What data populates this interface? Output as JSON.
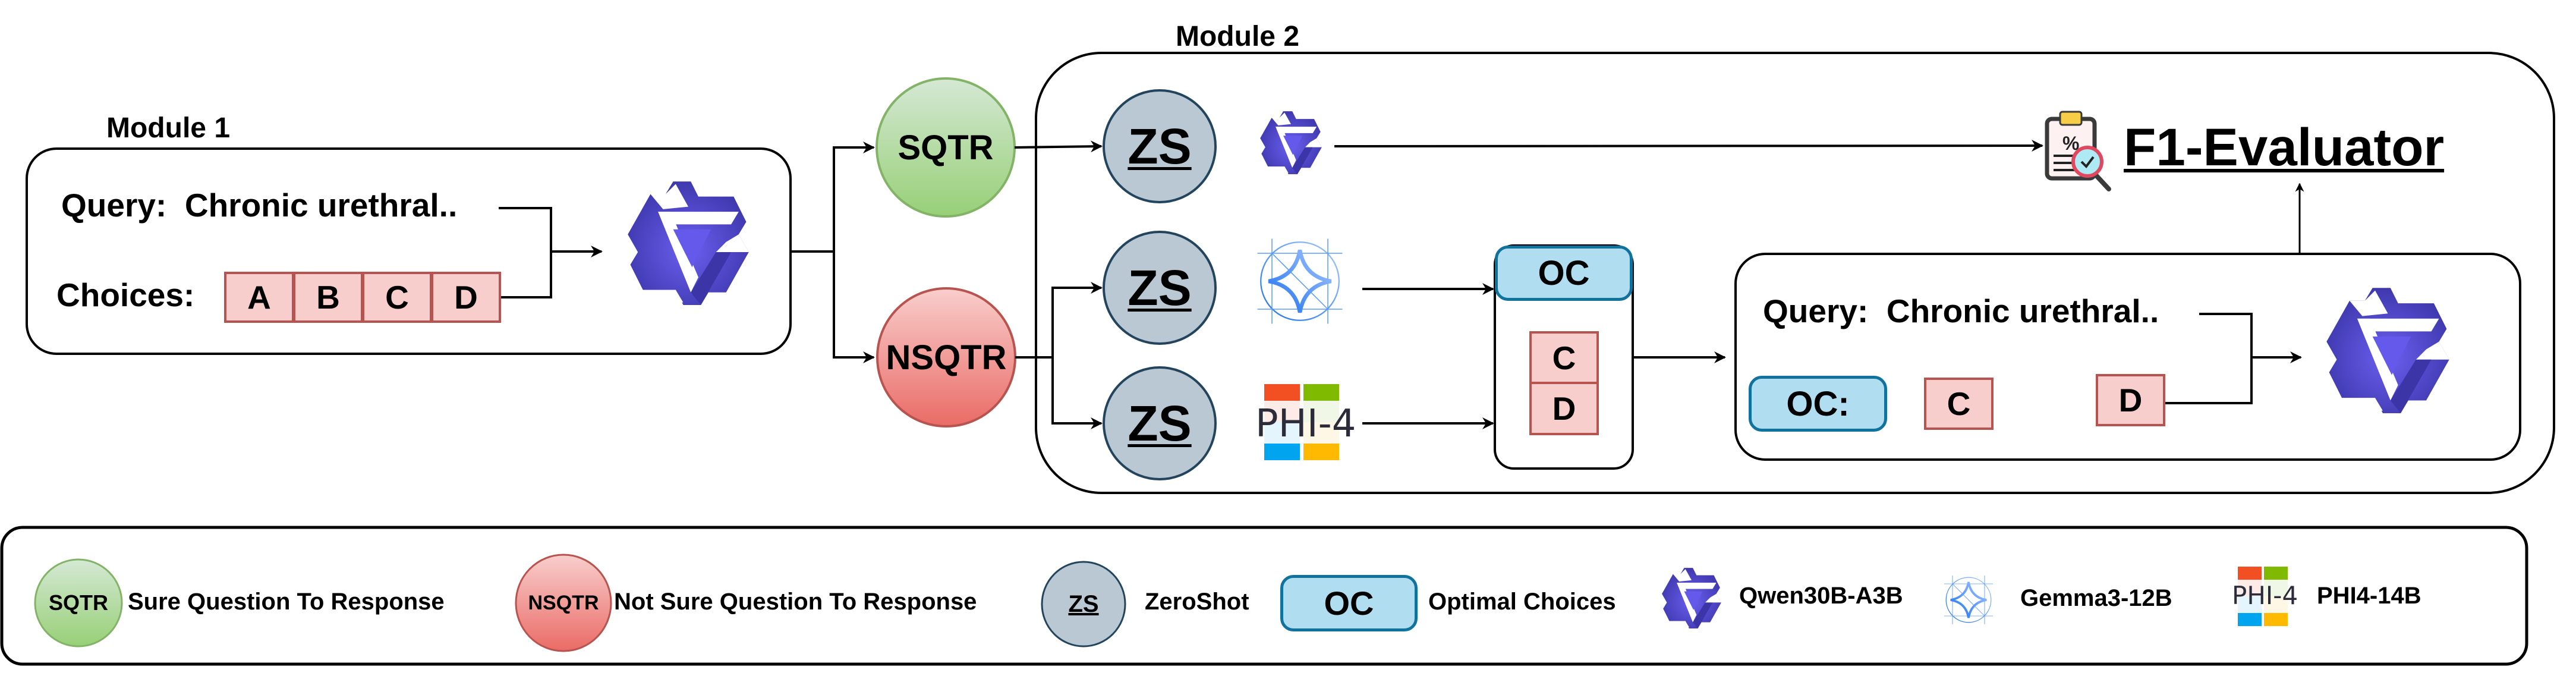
{
  "module1": {
    "label": "Module 1",
    "query_label": "Query:",
    "query_text": "Chronic urethral..",
    "choices_label": "Choices:",
    "choices": [
      "A",
      "B",
      "C",
      "D"
    ],
    "model_icon": "qwen-logo"
  },
  "routing": {
    "sure_node": "SQTR",
    "not_sure_node": "NSQTR"
  },
  "module2": {
    "label": "Module 2",
    "zeroshot_label": "ZS",
    "models": [
      "qwen-logo",
      "gemma-logo",
      "phi4-logo"
    ],
    "phi_logo_text": "PHI-4",
    "oc_container": {
      "header": "OC",
      "choices": [
        "C",
        "D"
      ]
    },
    "refine_box": {
      "query_label": "Query:",
      "query_text": "Chronic urethral..",
      "oc_label": "OC:",
      "choices": [
        "C",
        "D"
      ]
    },
    "evaluator": {
      "label": "F1-Evaluator",
      "icon": "clipboard-magnifier-icon"
    }
  },
  "legend": {
    "items": [
      {
        "symbol": "SQTR",
        "label": "Sure Question To Response"
      },
      {
        "symbol": "NSQTR",
        "label": "Not Sure Question To Response"
      },
      {
        "symbol": "ZS",
        "label": "ZeroShot"
      },
      {
        "symbol": "OC",
        "label": "Optimal Choices"
      },
      {
        "symbol": "qwen-logo",
        "label": "Qwen30B-A3B"
      },
      {
        "symbol": "gemma-logo",
        "label": "Gemma3-12B"
      },
      {
        "symbol": "PHI-4",
        "label": "PHI4-14B"
      }
    ]
  },
  "colors": {
    "sqtr_fill_top": "#d5e8d4",
    "sqtr_fill_bottom": "#97d077",
    "sqtr_stroke": "#82b366",
    "nsqtr_fill_top": "#f8cecc",
    "nsqtr_fill_bottom": "#ea6b66",
    "nsqtr_stroke": "#b85450",
    "zs_fill": "#bac8d3",
    "zs_stroke": "#23445d",
    "oc_fill": "#b1ddf0",
    "oc_stroke": "#10739e",
    "choice_fill": "#f8cecc",
    "choice_stroke": "#b85450",
    "qwen": "#4b44c4"
  }
}
